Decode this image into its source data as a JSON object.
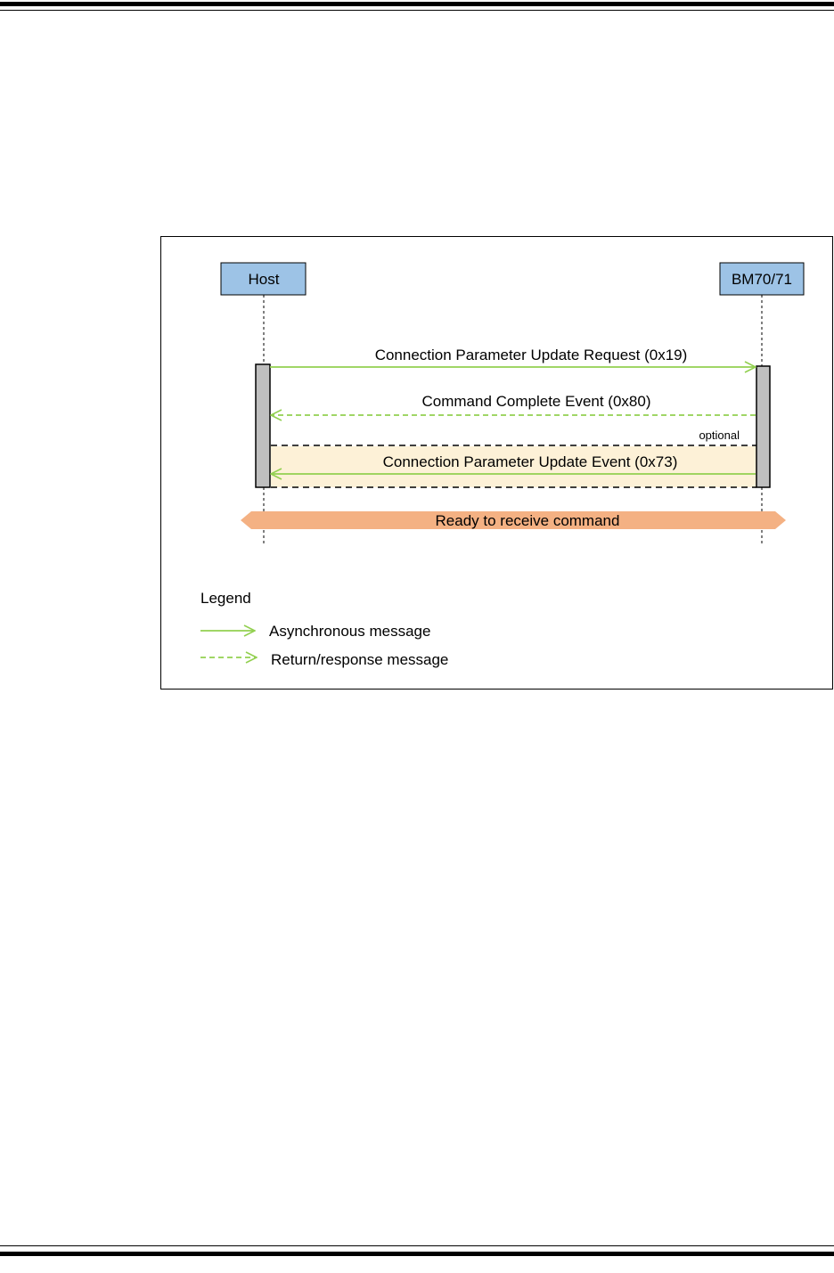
{
  "diagram": {
    "participants": {
      "host": "Host",
      "device": "BM70/71"
    },
    "messages": [
      {
        "label": "Connection Parameter Update Request (0x19)",
        "direction": "host-to-device",
        "style": "solid"
      },
      {
        "label": "Command Complete Event (0x80)",
        "direction": "device-to-host",
        "style": "dashed"
      },
      {
        "label": "Connection Parameter Update Event (0x73)",
        "direction": "device-to-host",
        "style": "solid"
      }
    ],
    "optional_label": "optional",
    "state_label": "Ready to receive command",
    "legend": {
      "title": "Legend",
      "async": "Asynchronous message",
      "response": "Return/response message"
    },
    "colors": {
      "participant_fill": "#9dc3e6",
      "arrow_green": "#92d050",
      "activation_fill": "#bfbfbf",
      "optional_fill": "#fdf1d7",
      "state_fill": "#f4b183"
    }
  }
}
